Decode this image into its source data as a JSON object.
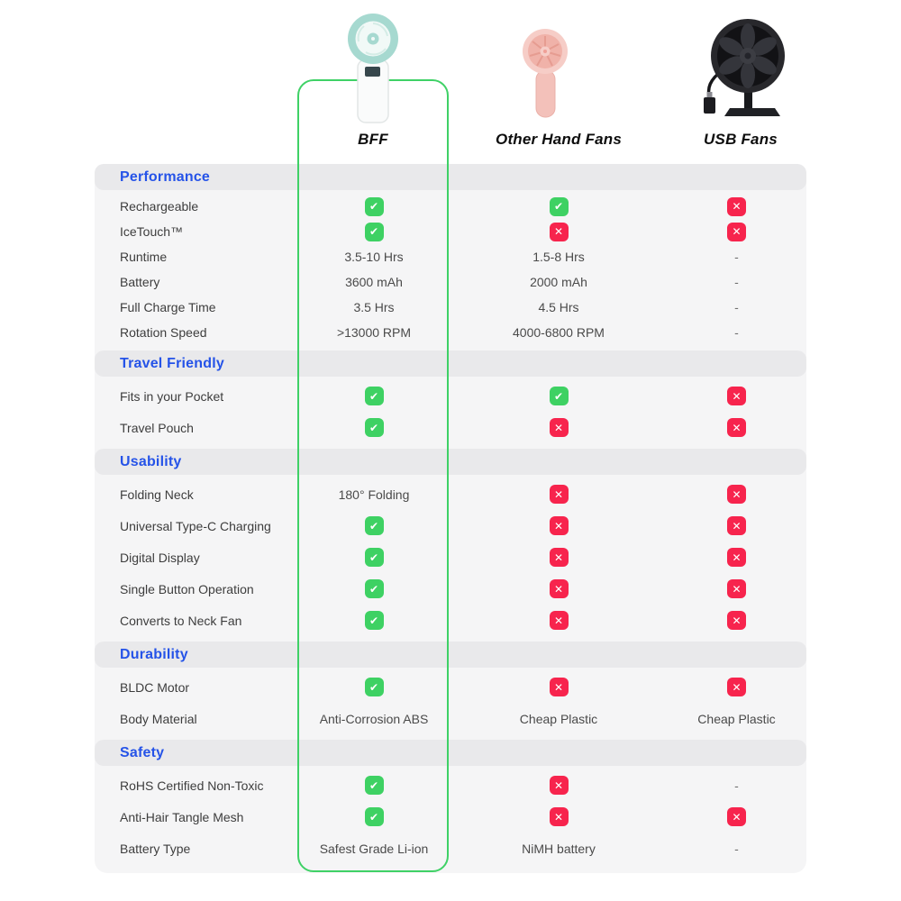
{
  "colors": {
    "section_title": "#2553e8",
    "check_bg": "#3ed163",
    "x_bg": "#f7244d",
    "highlight_border": "#3fd166",
    "header_bar_bg": "#e9e9eb",
    "rows_bg": "#f5f5f6"
  },
  "icons": {
    "check_glyph": "✔",
    "x_glyph": "✕",
    "dash_glyph": "-"
  },
  "products": [
    {
      "label": "BFF",
      "image": "bff-handheld-fan",
      "highlighted": true
    },
    {
      "label": "Other Hand Fans",
      "image": "pink-handheld-fan",
      "highlighted": false
    },
    {
      "label": "USB Fans",
      "image": "usb-desk-fan",
      "highlighted": false
    }
  ],
  "sections": [
    {
      "title": "Performance",
      "rows": [
        {
          "label": "Rechargeable",
          "cells": [
            {
              "t": "check"
            },
            {
              "t": "check"
            },
            {
              "t": "x"
            }
          ]
        },
        {
          "label": "IceTouch™",
          "cells": [
            {
              "t": "check"
            },
            {
              "t": "x"
            },
            {
              "t": "x"
            }
          ]
        },
        {
          "label": "Runtime",
          "cells": [
            {
              "t": "text",
              "v": "3.5-10 Hrs"
            },
            {
              "t": "text",
              "v": "1.5-8 Hrs"
            },
            {
              "t": "dash"
            }
          ]
        },
        {
          "label": "Battery",
          "cells": [
            {
              "t": "text",
              "v": "3600 mAh"
            },
            {
              "t": "text",
              "v": "2000 mAh"
            },
            {
              "t": "dash"
            }
          ]
        },
        {
          "label": "Full Charge Time",
          "cells": [
            {
              "t": "text",
              "v": "3.5 Hrs"
            },
            {
              "t": "text",
              "v": "4.5 Hrs"
            },
            {
              "t": "dash"
            }
          ]
        },
        {
          "label": "Rotation Speed",
          "cells": [
            {
              "t": "text",
              "v": ">13000 RPM"
            },
            {
              "t": "text",
              "v": "4000-6800 RPM"
            },
            {
              "t": "dash"
            }
          ]
        }
      ]
    },
    {
      "title": "Travel Friendly",
      "rows": [
        {
          "label": "Fits in your Pocket",
          "cells": [
            {
              "t": "check"
            },
            {
              "t": "check"
            },
            {
              "t": "x"
            }
          ]
        },
        {
          "label": "Travel Pouch",
          "cells": [
            {
              "t": "check"
            },
            {
              "t": "x"
            },
            {
              "t": "x"
            }
          ]
        }
      ]
    },
    {
      "title": "Usability",
      "rows": [
        {
          "label": "Folding Neck",
          "cells": [
            {
              "t": "text",
              "v": "180° Folding"
            },
            {
              "t": "x"
            },
            {
              "t": "x"
            }
          ]
        },
        {
          "label": "Universal Type-C Charging",
          "cells": [
            {
              "t": "check"
            },
            {
              "t": "x"
            },
            {
              "t": "x"
            }
          ]
        },
        {
          "label": "Digital Display",
          "cells": [
            {
              "t": "check"
            },
            {
              "t": "x"
            },
            {
              "t": "x"
            }
          ]
        },
        {
          "label": "Single Button Operation",
          "cells": [
            {
              "t": "check"
            },
            {
              "t": "x"
            },
            {
              "t": "x"
            }
          ]
        },
        {
          "label": "Converts to Neck Fan",
          "cells": [
            {
              "t": "check"
            },
            {
              "t": "x"
            },
            {
              "t": "x"
            }
          ]
        }
      ]
    },
    {
      "title": "Durability",
      "rows": [
        {
          "label": "BLDC Motor",
          "cells": [
            {
              "t": "check"
            },
            {
              "t": "x"
            },
            {
              "t": "x"
            }
          ]
        },
        {
          "label": "Body Material",
          "cells": [
            {
              "t": "text",
              "v": "Anti-Corrosion ABS"
            },
            {
              "t": "text",
              "v": "Cheap Plastic"
            },
            {
              "t": "text",
              "v": "Cheap Plastic"
            }
          ]
        }
      ]
    },
    {
      "title": "Safety",
      "rows": [
        {
          "label": "RoHS Certified Non-Toxic",
          "cells": [
            {
              "t": "check"
            },
            {
              "t": "x"
            },
            {
              "t": "dash"
            }
          ]
        },
        {
          "label": "Anti-Hair Tangle Mesh",
          "cells": [
            {
              "t": "check"
            },
            {
              "t": "x"
            },
            {
              "t": "x"
            }
          ]
        },
        {
          "label": "Battery Type",
          "cells": [
            {
              "t": "text",
              "v": "Safest Grade Li-ion"
            },
            {
              "t": "text",
              "v": "NiMH battery"
            },
            {
              "t": "dash"
            }
          ]
        }
      ]
    }
  ]
}
